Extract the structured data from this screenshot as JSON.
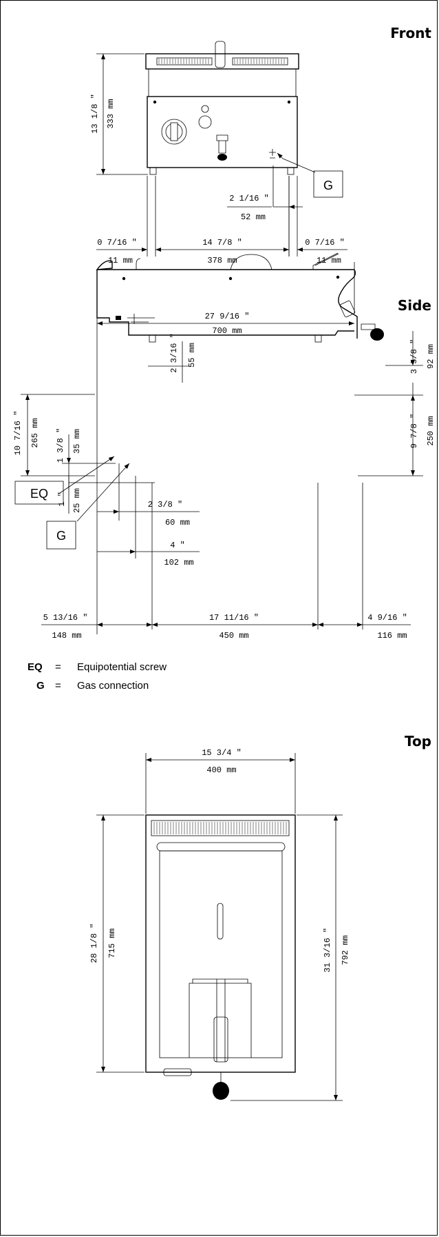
{
  "views": {
    "front": "Front",
    "side": "Side",
    "top": "Top"
  },
  "front": {
    "height_in": "13 1/8 \"",
    "height_mm": "333 mm",
    "gas_offset_in": "2 1/16 \"",
    "gas_offset_mm": "52 mm",
    "left_in": "0 7/16 \"",
    "left_mm": "11 mm",
    "width_in": "14 7/8 \"",
    "width_mm": "378 mm",
    "right_in": "0 7/16 \"",
    "right_mm": "11 mm",
    "gas_tag": "G"
  },
  "side": {
    "depth_in": "27 9/16 \"",
    "depth_mm": "700 mm",
    "handle_in": "2 3/16 \"",
    "handle_mm": "55 mm",
    "basket_in": "3 5/8 \"",
    "basket_mm": "92 mm",
    "total_h_in": "10 7/16 \"",
    "total_h_mm": "265 mm",
    "eq_h_in": "1 3/8 \"",
    "eq_h_mm": "35 mm",
    "body_h_in": "9 7/8 \"",
    "body_h_mm": "250 mm",
    "foot_in": "1 \"",
    "foot_mm": "25 mm",
    "g_off_in": "2 3/8 \"",
    "g_off_mm": "60 mm",
    "eq_off_in": "4 \"",
    "eq_off_mm": "102 mm",
    "front_in": "5 13/16 \"",
    "front_mm": "148 mm",
    "feet_in": "17 11/16 \"",
    "feet_mm": "450 mm",
    "rear_in": "4 9/16 \"",
    "rear_mm": "116 mm",
    "eq_tag": "EQ",
    "gas_tag": "G"
  },
  "legend": [
    {
      "key": "EQ",
      "eq": "=",
      "text": "Equipotential screw"
    },
    {
      "key": "G",
      "eq": "=",
      "text": "Gas connection"
    }
  ],
  "top": {
    "width_in": "15 3/4 \"",
    "width_mm": "400 mm",
    "depth_in": "28 1/8 \"",
    "depth_mm": "715 mm",
    "total_in": "31 3/16 \"",
    "total_mm": "792 mm"
  }
}
